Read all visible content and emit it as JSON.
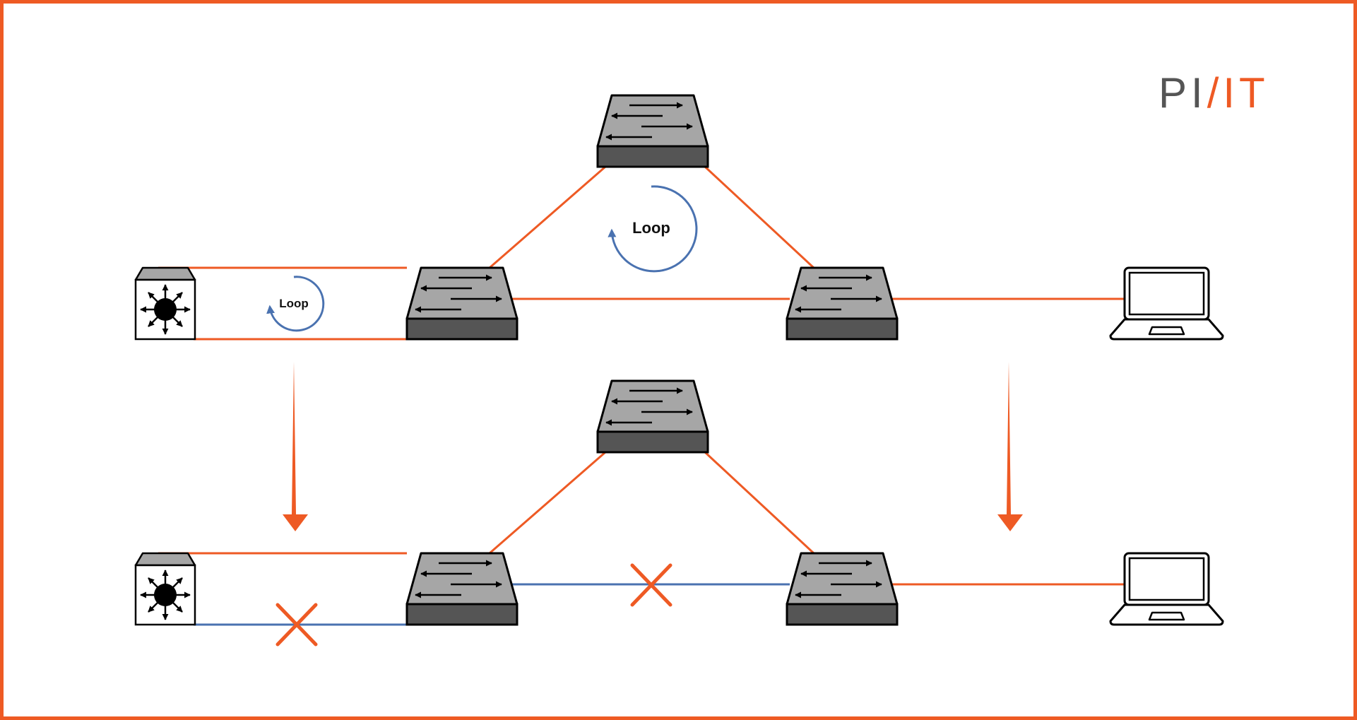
{
  "logo": {
    "prefix": "PI",
    "slash": "/",
    "suffix": "IT"
  },
  "labels": {
    "loop_large": "Loop",
    "loop_small": "Loop"
  },
  "colors": {
    "brand_orange": "#EE5A24",
    "blocked_blue": "#4A72B0",
    "logo_gray": "#555555",
    "switch_top": "#A6A6A6",
    "switch_base": "#555555"
  },
  "icons": {
    "router": "router-icon",
    "switch": "switch-icon",
    "laptop": "laptop-icon",
    "blocked_link": "x-mark-icon",
    "transition": "down-arrow-icon",
    "loop": "circular-arrow-icon"
  },
  "diagrams": {
    "before": {
      "state": "loop",
      "devices": [
        "router",
        "switch-top",
        "switch-left",
        "switch-right",
        "laptop"
      ],
      "links": [
        {
          "from": "router",
          "to": "switch-left",
          "status": "active"
        },
        {
          "from": "router",
          "to": "switch-left",
          "status": "active"
        },
        {
          "from": "switch-left",
          "to": "switch-top",
          "status": "active"
        },
        {
          "from": "switch-top",
          "to": "switch-right",
          "status": "active"
        },
        {
          "from": "switch-left",
          "to": "switch-right",
          "status": "active"
        },
        {
          "from": "switch-right",
          "to": "laptop",
          "status": "active"
        }
      ]
    },
    "after": {
      "state": "loop-free",
      "devices": [
        "router",
        "switch-top",
        "switch-left",
        "switch-right",
        "laptop"
      ],
      "links": [
        {
          "from": "router",
          "to": "switch-left",
          "status": "active"
        },
        {
          "from": "router",
          "to": "switch-left",
          "status": "blocked"
        },
        {
          "from": "switch-left",
          "to": "switch-top",
          "status": "active"
        },
        {
          "from": "switch-top",
          "to": "switch-right",
          "status": "active"
        },
        {
          "from": "switch-left",
          "to": "switch-right",
          "status": "blocked"
        },
        {
          "from": "switch-right",
          "to": "laptop",
          "status": "active"
        }
      ]
    }
  }
}
